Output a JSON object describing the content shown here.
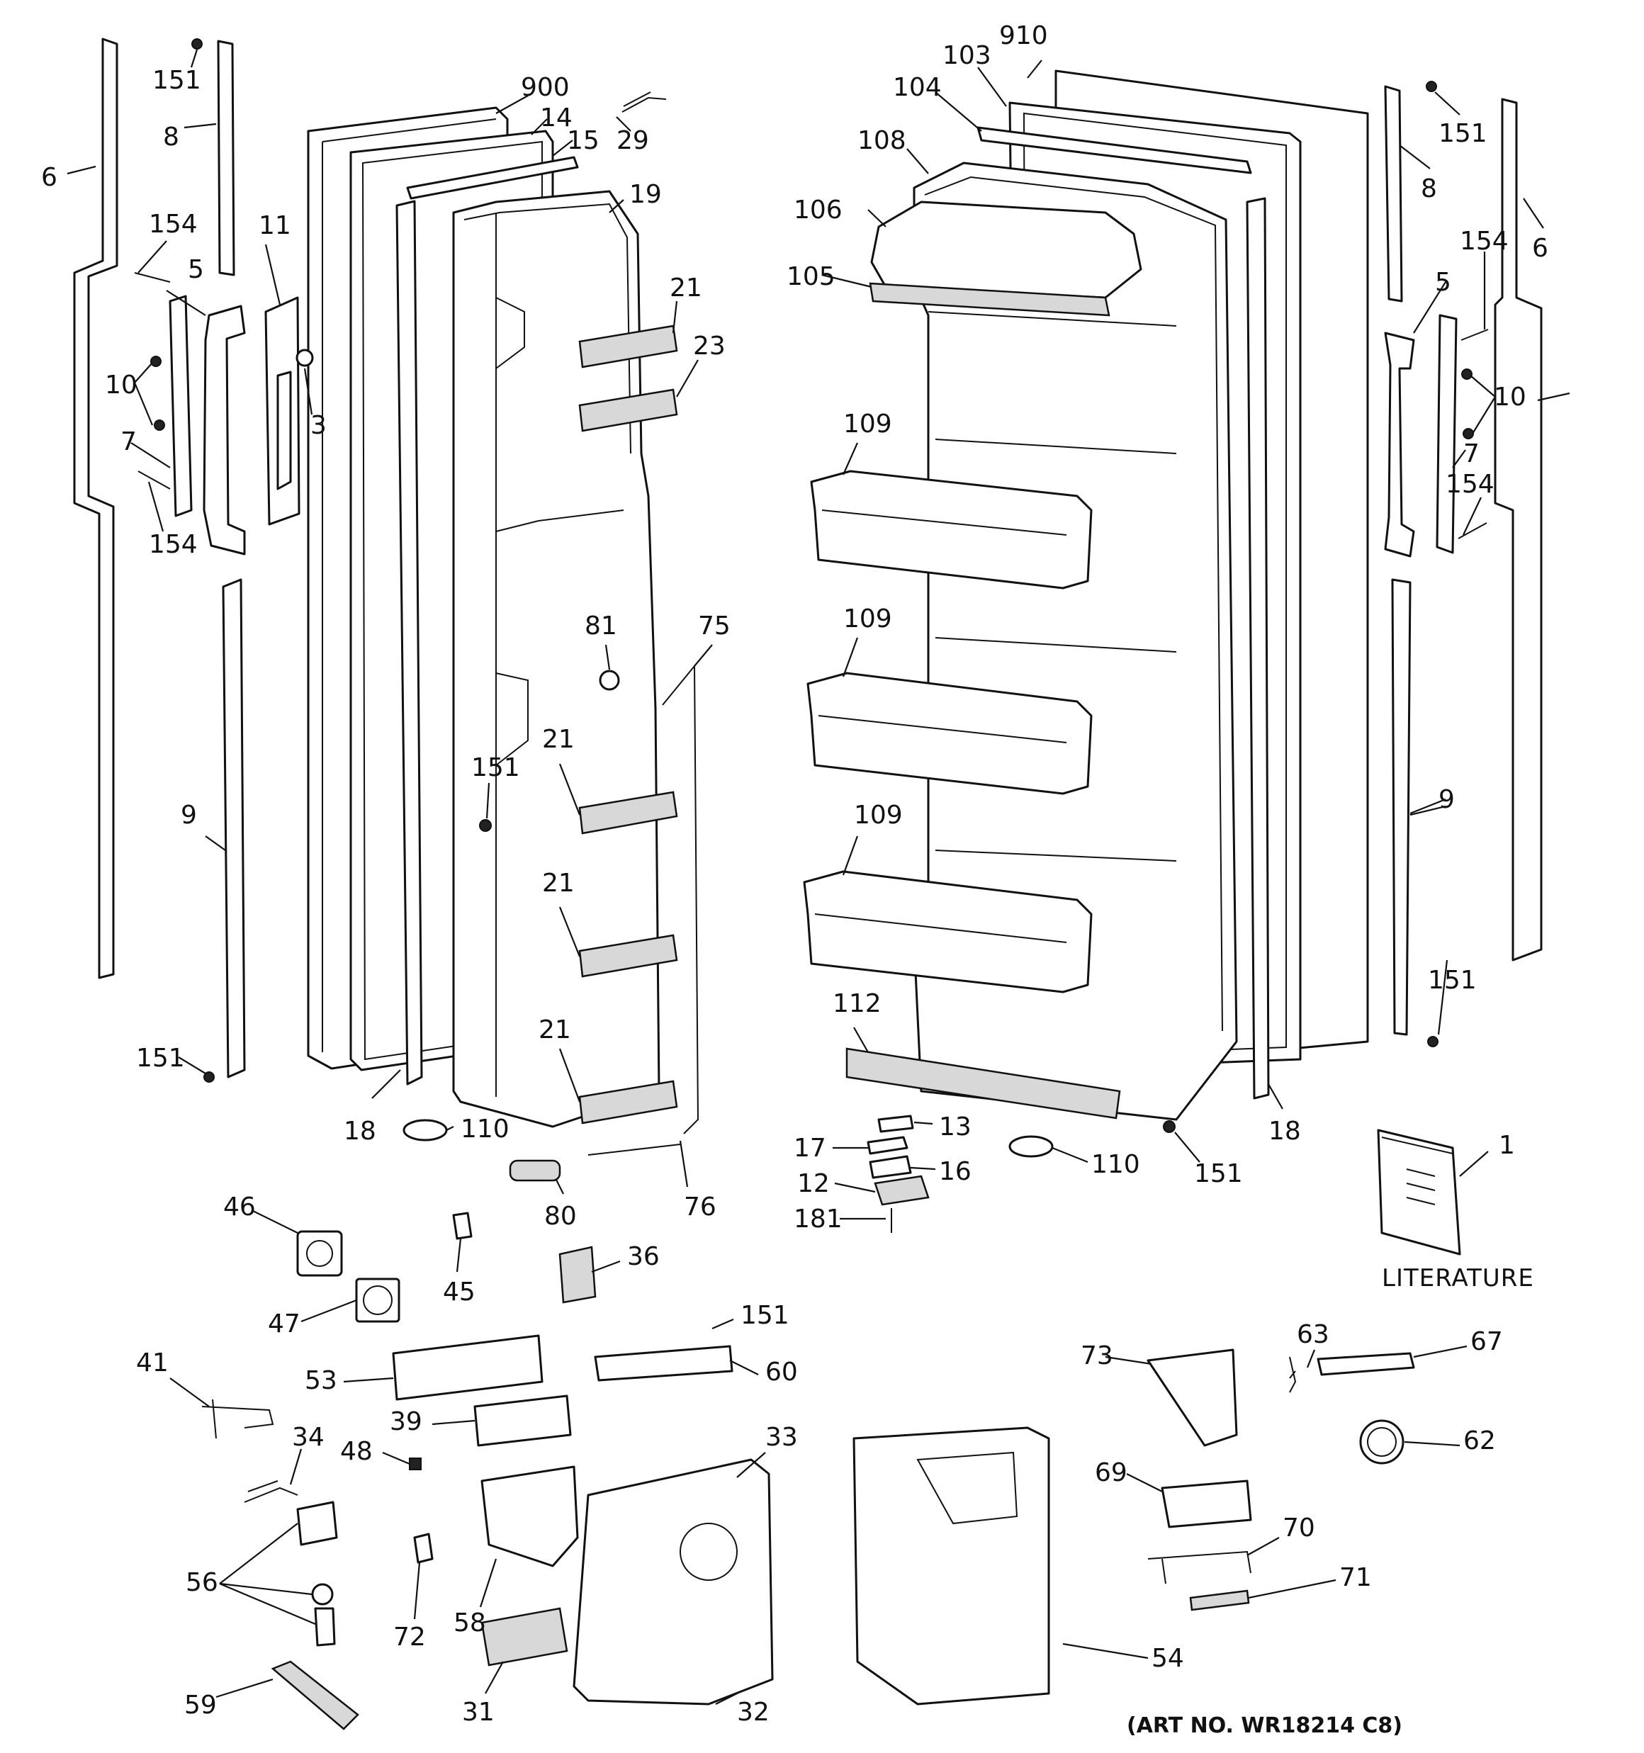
{
  "diagram": {
    "footer_art_number": "(ART NO. WR18214 C8)",
    "literature_label": "LITERATURE",
    "callouts": {
      "c900": "900",
      "c910": "910",
      "c14": "14",
      "c15": "15",
      "c29": "29",
      "c19": "19",
      "c103": "103",
      "c104": "104",
      "c108": "108",
      "c106": "106",
      "c105": "105",
      "c151a": "151",
      "c151b": "151",
      "c151c": "151",
      "c151d": "151",
      "c151e": "151",
      "c151f": "151",
      "c151g": "151",
      "c8a": "8",
      "c8b": "8",
      "c6a": "6",
      "c6b": "6",
      "c154a": "154",
      "c154b": "154",
      "c154c": "154",
      "c154d": "154",
      "c5a": "5",
      "c5b": "5",
      "c11": "11",
      "c3": "3",
      "c10a": "10",
      "c10b": "10",
      "c7a": "7",
      "c7b": "7",
      "c21a": "21",
      "c21b": "21",
      "c21c": "21",
      "c21d": "21",
      "c23": "23",
      "c109a": "109",
      "c109b": "109",
      "c109c": "109",
      "c81": "81",
      "c75": "75",
      "c9a": "9",
      "c9b": "9",
      "c18a": "18",
      "c18b": "18",
      "c110a": "110",
      "c110b": "110",
      "c80": "80",
      "c76": "76",
      "c112": "112",
      "c13": "13",
      "c17": "17",
      "c16": "16",
      "c12": "12",
      "c181": "181",
      "c1": "1",
      "c46": "46",
      "c45": "45",
      "c36": "36",
      "c47": "47",
      "c41": "41",
      "c53": "53",
      "c60": "60",
      "c39": "39",
      "c34": "34",
      "c48": "48",
      "c33": "33",
      "c73": "73",
      "c63": "63",
      "c67": "67",
      "c62": "62",
      "c69": "69",
      "c70": "70",
      "c71": "71",
      "c56": "56",
      "c58": "58",
      "c72": "72",
      "c59": "59",
      "c31": "31",
      "c32": "32",
      "c54": "54"
    }
  }
}
